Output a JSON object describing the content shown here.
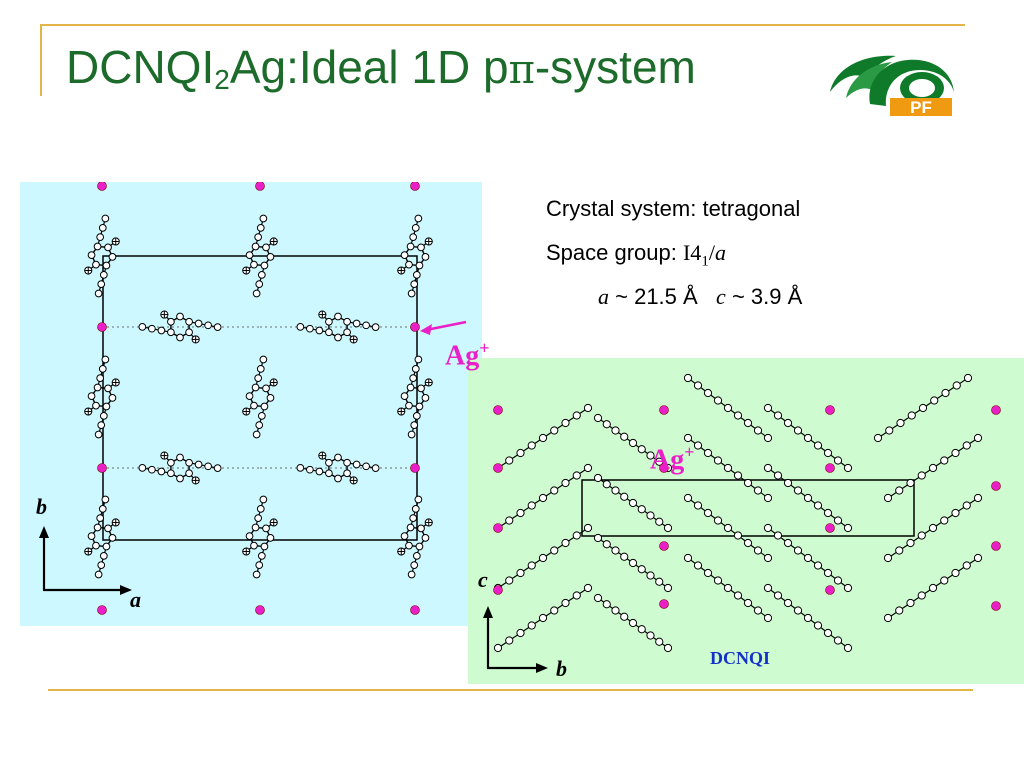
{
  "title": {
    "prefix": "DCNQI",
    "subscript": "2",
    "mid": "Ag",
    "colon": ":",
    "rest": "Ideal 1D p",
    "pi": "π",
    "suffix": "-system"
  },
  "logo": {
    "text": "PF",
    "icon": "pf-logo-icon"
  },
  "info": {
    "crystal_system": "Crystal system: tetragonal",
    "space_group_label": "Space group: ",
    "space_group_symbol": "I4",
    "space_group_sub": "1",
    "space_group_slash": "/",
    "space_group_a": "a",
    "param_a_symbol": "a",
    "param_a_value": "~ 21.5 Å",
    "param_c_symbol": "c",
    "param_c_value": "~ 3.9 Å"
  },
  "labels": {
    "ag_top": "Ag",
    "ag_top_charge": "+",
    "ag_bottom": "Ag",
    "ag_bottom_charge": "+",
    "axis_b_top": "b",
    "axis_a": "a",
    "axis_c": "c",
    "axis_b_bottom": "b",
    "dcnqi": "DCNQI"
  },
  "colors": {
    "title": "#1d6b2a",
    "ag": "#ea1fc8",
    "panel_ab": "#cdf8ff",
    "panel_bc": "#cefcd0",
    "frame": "#e3b448",
    "dcnqi_label": "#1530c8"
  }
}
